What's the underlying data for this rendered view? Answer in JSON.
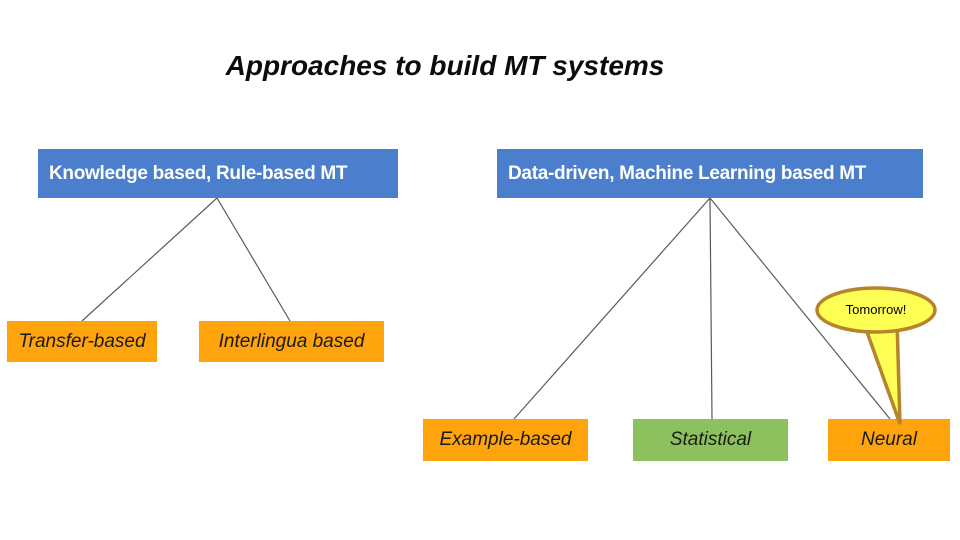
{
  "slide": {
    "title": "Approaches to build MT systems"
  },
  "tree_left": {
    "root": "Knowledge based, Rule-based MT",
    "children": [
      "Transfer-based",
      "Interlingua based"
    ]
  },
  "tree_right": {
    "root": "Data-driven, Machine Learning based MT",
    "children": [
      "Example-based",
      "Statistical",
      "Neural"
    ]
  },
  "callout": {
    "text": "Tomorrow!"
  },
  "colors": {
    "root_box_blue": "#4b7ecd",
    "root_box_text": "#fffef7",
    "leaf_orange": "#ffa40d",
    "leaf_green": "#8cc15e",
    "leaf_text": "#1a1a1a",
    "connector_line": "#5a5a5a",
    "callout_fill": "#feff54",
    "callout_border": "#b5842d",
    "title_text": "#0c0c0c"
  }
}
